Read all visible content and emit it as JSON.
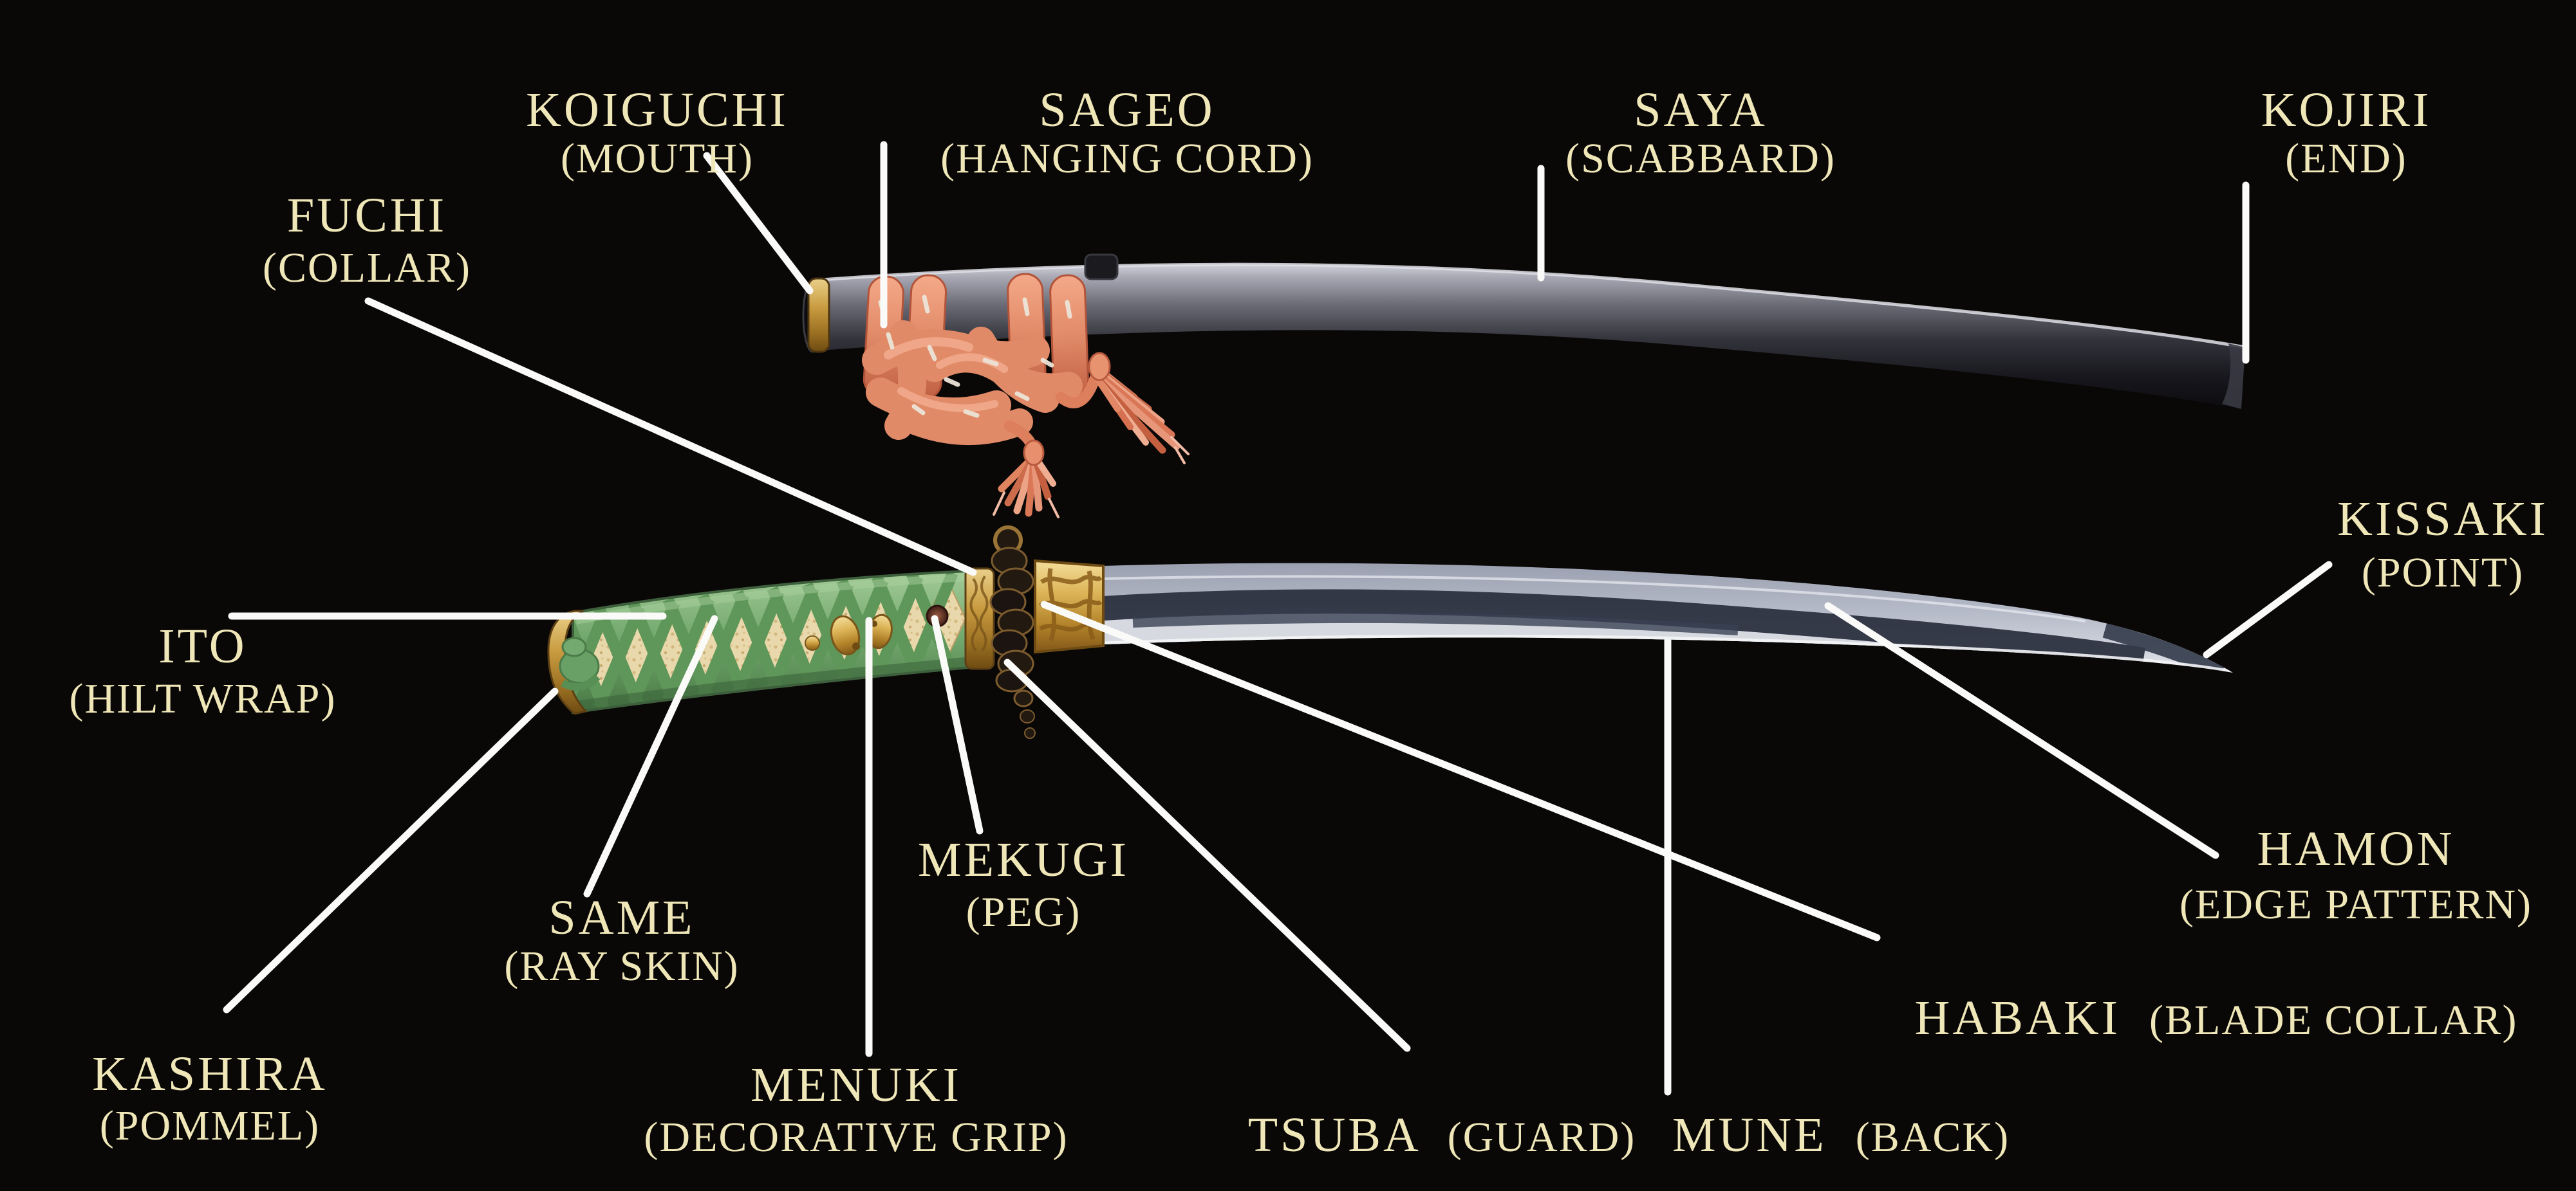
{
  "palette": {
    "background": "#0a0807",
    "label_text": "#efe7b8",
    "pointer_line": "#fafaf8",
    "sageo_cord": "#e18a68",
    "sageo_cord_light": "#f4af92",
    "sageo_accent_white": "#ece4d8",
    "ito_green": "#74a96f",
    "ito_green_dark": "#5f9659",
    "same_cream": "#e8d8ab",
    "fittings_gold": "#c99d4a",
    "fittings_gold_deep": "#8a5d1a",
    "tsuba_dark": "#221910",
    "blade_steel_light": "#d6d9e0",
    "blade_steel_dark": "#2e3440",
    "saya_gloss": "#a8a8b4",
    "saya_dark": "#0e0e12",
    "mekugi_brown": "#5e3326"
  },
  "labels": {
    "koiguchi": {
      "term": "KOIGUCHI",
      "gloss": "(MOUTH)"
    },
    "sageo": {
      "term": "SAGEO",
      "gloss": "(HANGING CORD)"
    },
    "saya": {
      "term": "SAYA",
      "gloss": "(SCABBARD)"
    },
    "kojiri": {
      "term": "KOJIRI",
      "gloss": "(END)"
    },
    "fuchi": {
      "term": "FUCHI",
      "gloss": "(COLLAR)"
    },
    "ito": {
      "term": "ITO",
      "gloss": "(HILT WRAP)"
    },
    "kashira": {
      "term": "KASHIRA",
      "gloss": "(POMMEL)"
    },
    "same": {
      "term": "SAME",
      "gloss": "(RAY SKIN)"
    },
    "menuki": {
      "term": "MENUKI",
      "gloss": "(DECORATIVE GRIP)"
    },
    "mekugi": {
      "term": "MEKUGI",
      "gloss": "(PEG)"
    },
    "tsuba": {
      "term": "TSUBA",
      "gloss": "(GUARD)"
    },
    "mune": {
      "term": "MUNE",
      "gloss": "(BACK)"
    },
    "habaki": {
      "term": "HABAKI",
      "gloss": "(BLADE COLLAR)"
    },
    "hamon": {
      "term": "HAMON",
      "gloss": "(EDGE PATTERN)"
    },
    "kissaki": {
      "term": "KISSAKI",
      "gloss": "(POINT)"
    }
  }
}
